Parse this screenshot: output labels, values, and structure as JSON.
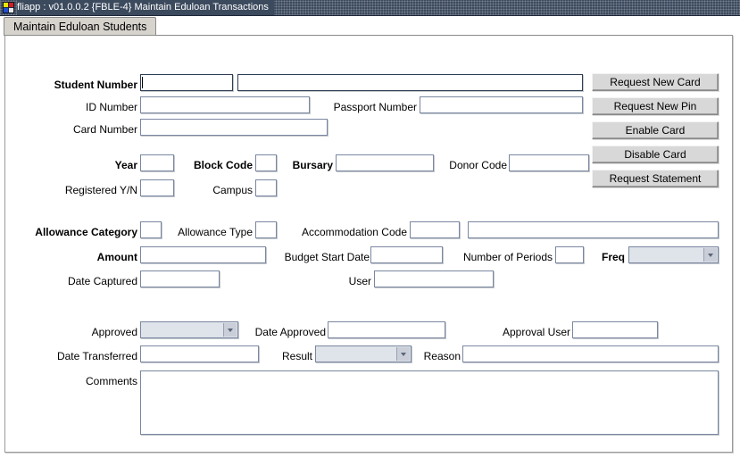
{
  "window": {
    "title": "fliapp : v01.0.0.2 {FBLE-4} Maintain Eduloan Transactions",
    "icon": "application-icon"
  },
  "tab": {
    "label": "Maintain Eduloan Students"
  },
  "labels": {
    "student_number": "Student Number",
    "id_number": "ID Number",
    "passport_number": "Passport Number",
    "card_number": "Card Number",
    "year": "Year",
    "block_code": "Block Code",
    "bursary": "Bursary",
    "donor_code": "Donor Code",
    "registered_yn": "Registered Y/N",
    "campus": "Campus",
    "allowance_category": "Allowance Category",
    "allowance_type": "Allowance Type",
    "accommodation_code": "Accommodation Code",
    "amount": "Amount",
    "budget_start_date": "Budget Start Date",
    "number_of_periods": "Number of Periods",
    "freq": "Freq",
    "date_captured": "Date Captured",
    "user": "User",
    "approved": "Approved",
    "date_approved": "Date Approved",
    "approval_user": "Approval User",
    "date_transferred": "Date Transferred",
    "result": "Result",
    "reason": "Reason",
    "comments": "Comments"
  },
  "fields": {
    "student_number": "",
    "student_name": "",
    "id_number": "",
    "passport_number": "",
    "card_number": "",
    "year": "",
    "block_code": "",
    "bursary": "",
    "donor_code": "",
    "registered_yn": "",
    "campus": "",
    "allowance_category": "",
    "allowance_type": "",
    "accommodation_code": "",
    "accommodation_description": "",
    "amount": "",
    "budget_start_date": "",
    "number_of_periods": "",
    "freq": "",
    "date_captured": "",
    "user": "",
    "approved": "",
    "date_approved": "",
    "approval_user": "",
    "date_transferred": "",
    "result": "",
    "reason": "",
    "comments": ""
  },
  "buttons": [
    {
      "label": "Request New Card"
    },
    {
      "label": "Request New Pin"
    },
    {
      "label": "Enable Card"
    },
    {
      "label": "Disable Card"
    },
    {
      "label": "Request Statement"
    }
  ],
  "colors": {
    "titlebar": "#3c4a5e",
    "tab": "#d6d3cd",
    "field_border": "#2f3d55",
    "combo_fill": "#dfe3ea",
    "button_face": "#d8d8d8",
    "canvas": "#ffffff"
  }
}
